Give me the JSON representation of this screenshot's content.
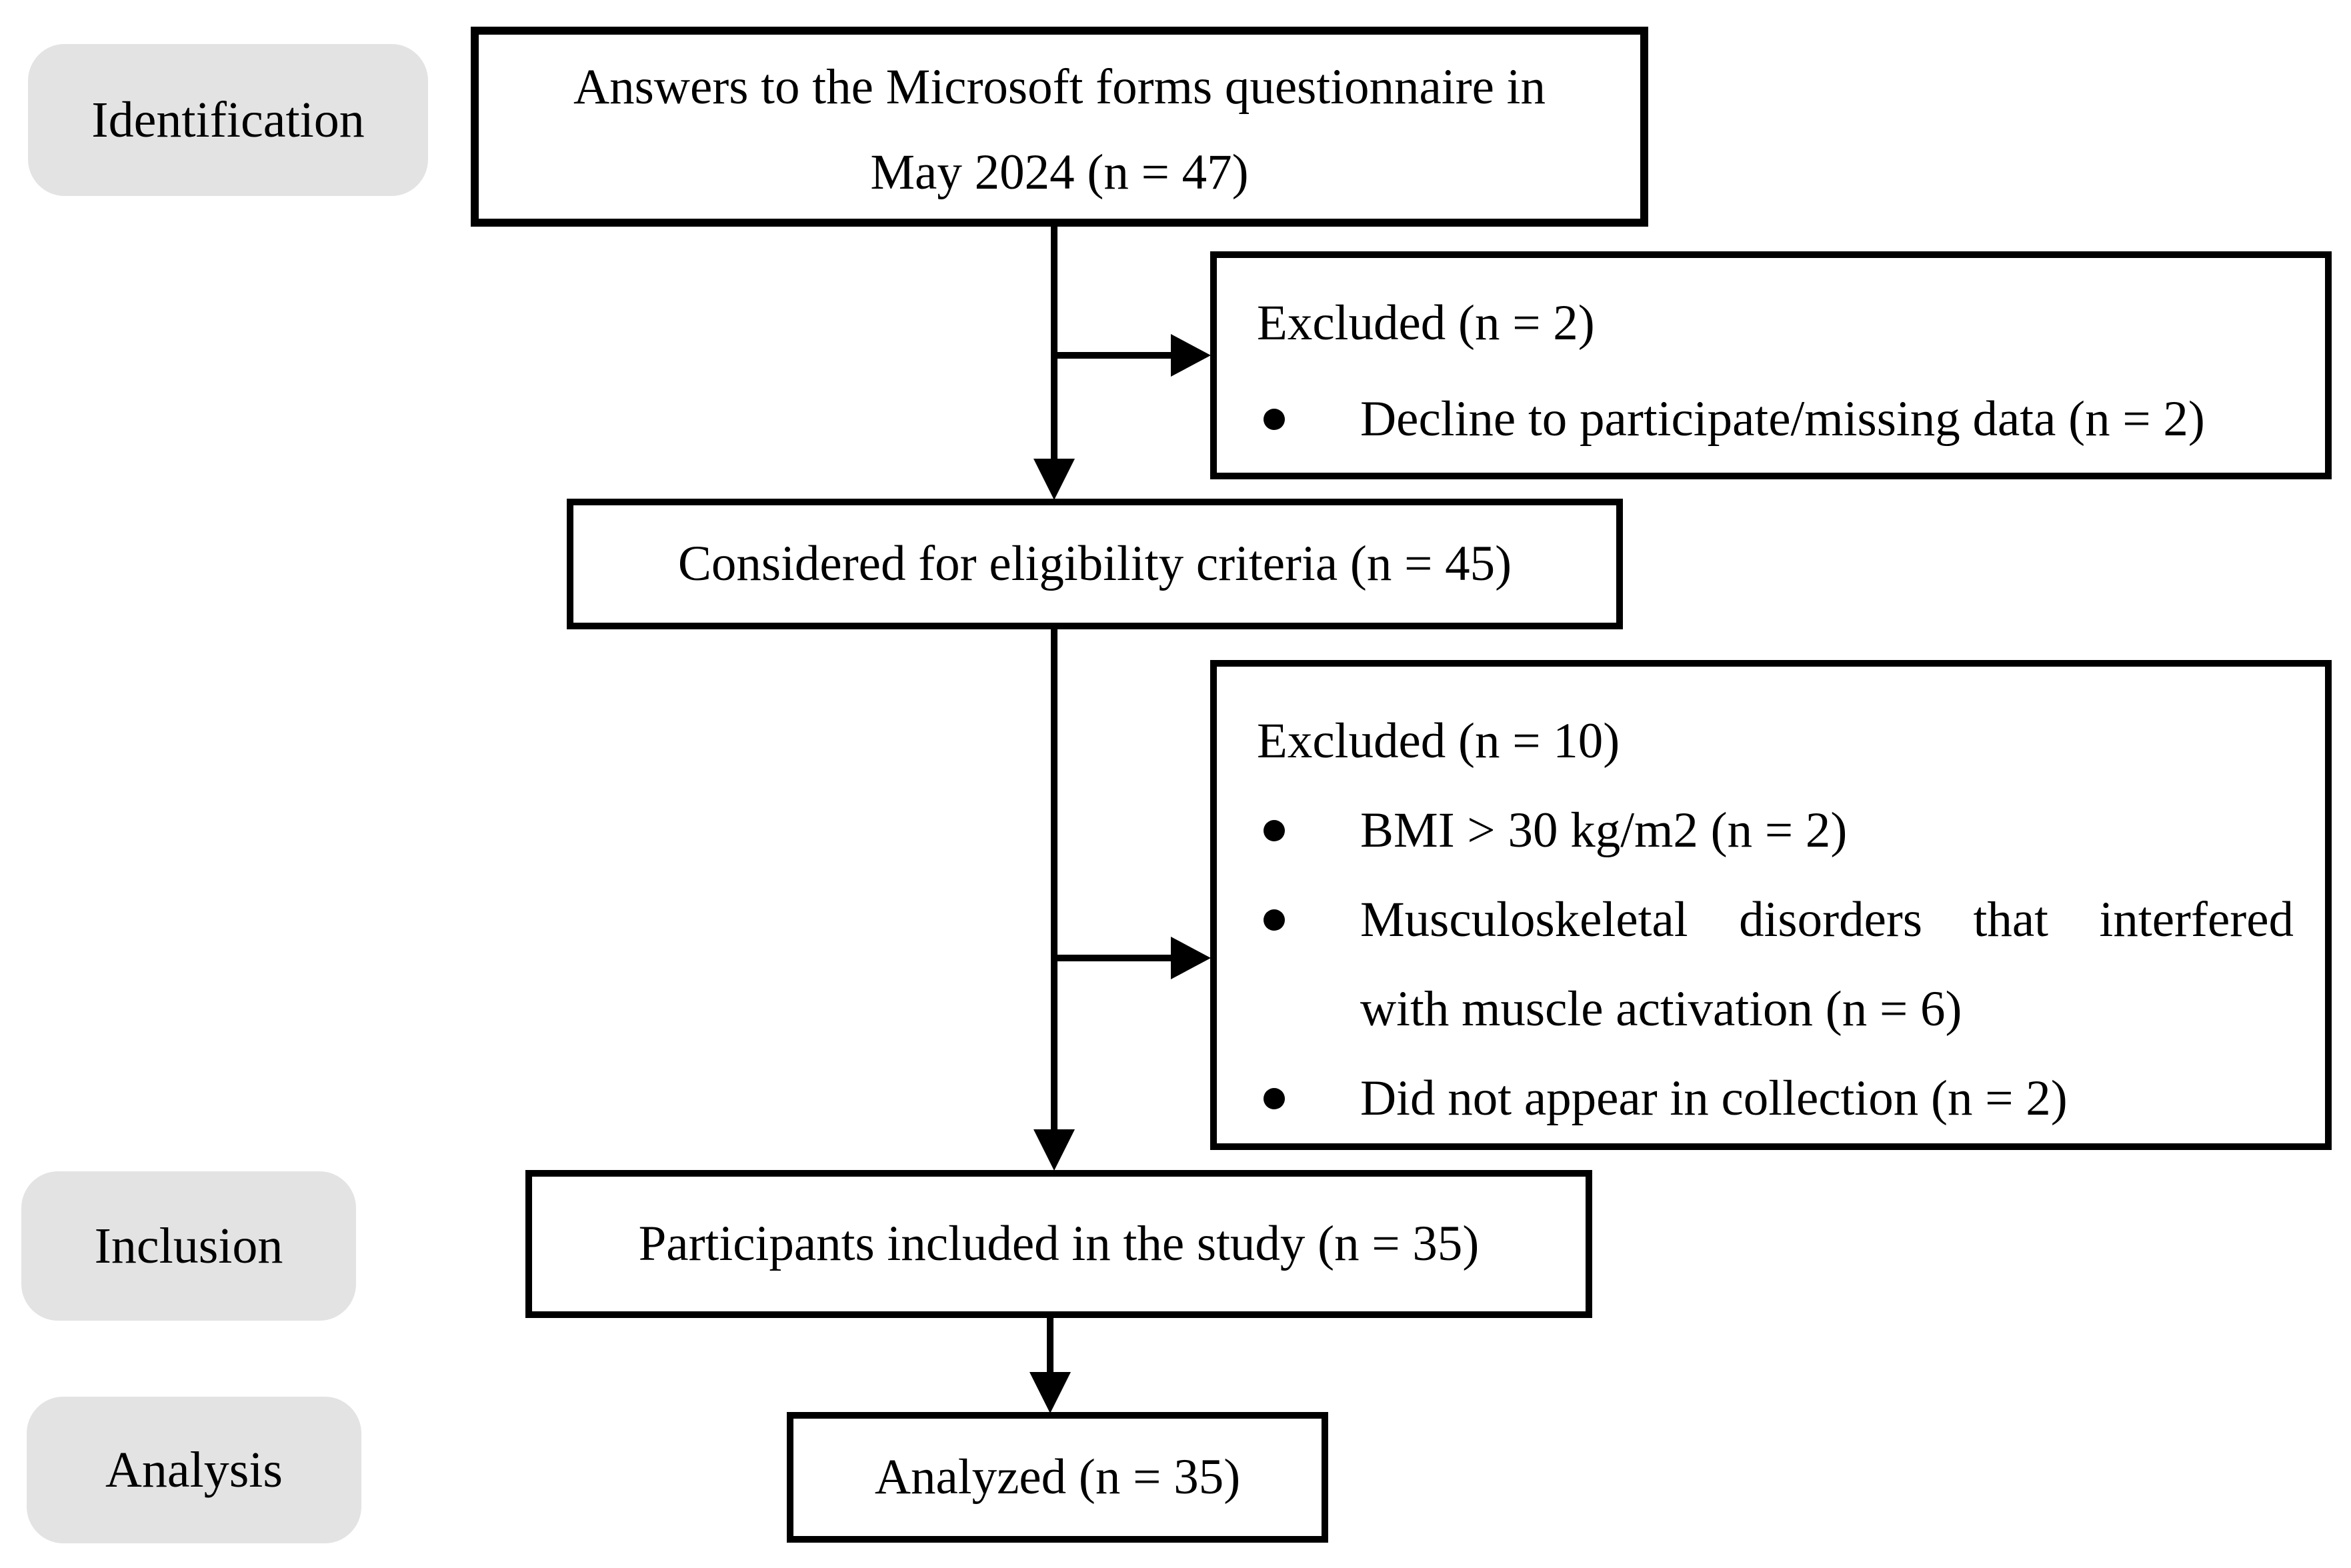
{
  "figure": {
    "stages": {
      "identification": "Identification",
      "inclusion": "Inclusion",
      "analysis": "Analysis"
    },
    "boxes": {
      "source": {
        "lines": [
          "Answers to the Microsoft forms questionnaire in",
          "May 2024 (n = 47)"
        ]
      },
      "excluded_first": {
        "title": "Excluded (n = 2)",
        "bullets": [
          {
            "lines": [
              "Decline to participate/missing data (n = 2)"
            ]
          }
        ]
      },
      "eligibility": {
        "text": "Considered for eligibility criteria (n = 45)"
      },
      "excluded_second": {
        "title": "Excluded (n = 10)",
        "bullets": [
          {
            "lines": [
              "BMI > 30 kg/m2 (n = 2)"
            ]
          },
          {
            "lines": [
              "Musculoskeletal disorders that interfered",
              "with muscle activation (n = 6)"
            ]
          },
          {
            "lines": [
              "Did not appear in collection (n = 2)"
            ]
          }
        ]
      },
      "included": {
        "text": "Participants included in the study (n = 35)"
      },
      "analyzed": {
        "text": "Analyzed (n = 35)"
      }
    },
    "colors": {
      "background": "#ffffff",
      "box_border": "#000000",
      "text": "#000000",
      "stage_label_bg": "#e3e3e3",
      "bullet": "#000000"
    }
  }
}
